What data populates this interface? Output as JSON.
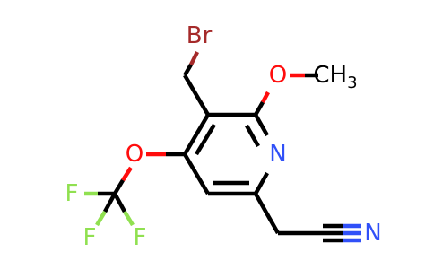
{
  "colors": {
    "carbon": "#000000",
    "bromine": "#a52a2a",
    "oxygen": "#ff0d0d",
    "nitrogen": "#3050f8",
    "fluorine": "#90e050"
  },
  "atoms": {
    "br": "Br",
    "o_methoxy": "O",
    "ch3": "CH",
    "ch3_sub": "3",
    "n_ring": "N",
    "o_ocf3": "O",
    "f1": "F",
    "f2": "F",
    "f3": "F",
    "n_nitrile": "N"
  }
}
